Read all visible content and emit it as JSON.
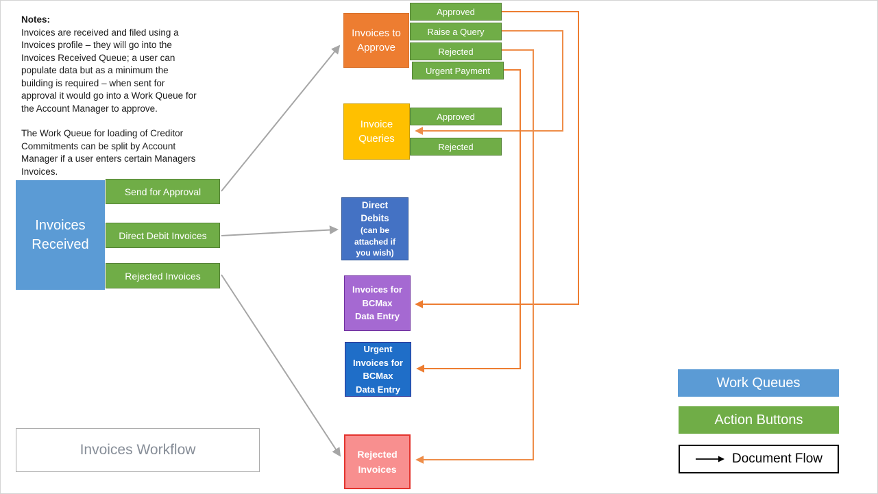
{
  "notes": {
    "title": "Notes:",
    "para1": [
      "Invoices are received and filed using a",
      "Invoices profile – they will go into the",
      "Invoices Received Queue; a user can",
      "populate data but as a minimum the",
      "building is required – when sent for",
      "approval it would go into a Work Queue for",
      "the Account Manager to approve."
    ],
    "para2": [
      "The Work Queue for loading of Creditor",
      "Commitments can be split by Account",
      "Manager if a user enters certain Managers",
      "Invoices."
    ]
  },
  "invoices_received": {
    "label": [
      "Invoices",
      "Received"
    ],
    "buttons": [
      "Send for Approval",
      "Direct Debit Invoices",
      "Rejected Invoices"
    ]
  },
  "invoices_to_approve": {
    "label": [
      "Invoices to",
      "Approve"
    ],
    "buttons": [
      "Approved",
      "Raise a Query",
      "Rejected",
      "Urgent Payment"
    ]
  },
  "invoice_queries": {
    "label": [
      "Invoice",
      "Queries"
    ],
    "buttons": [
      "Approved",
      "Rejected"
    ]
  },
  "direct_debits": {
    "label": [
      "Direct",
      "Debits"
    ],
    "sublabel": [
      "(can be",
      "attached if",
      "you wish)"
    ]
  },
  "invoices_for_bcmax": {
    "label": [
      "Invoices for",
      "BCMax",
      "Data Entry"
    ]
  },
  "urgent_invoices_for_bcmax": {
    "label": [
      "Urgent",
      "Invoices for",
      "BCMax",
      "Data Entry"
    ]
  },
  "rejected_invoices": {
    "label": [
      "Rejected",
      "Invoices"
    ]
  },
  "title_box": {
    "label": "Invoices Workflow"
  },
  "legend": {
    "work_queues": "Work Queues",
    "action_buttons": "Action Buttons",
    "document_flow": "Document Flow"
  },
  "colors": {
    "work_queue_blue": "#5B9BD5",
    "action_button_green": "#70AD47",
    "action_button_border": "#548235",
    "approve_orange": "#ED7D31",
    "queries_yellow": "#FFC000",
    "direct_debit_blue": "#4472C4",
    "bcmax_purple": "#A569D2",
    "urgent_blue": "#1F6EC8",
    "rejected_pink": "#F88F8F",
    "rejected_border_red": "#E3342E",
    "connector_gray": "#A6A6A6",
    "connector_orange": "#ED7D31"
  }
}
